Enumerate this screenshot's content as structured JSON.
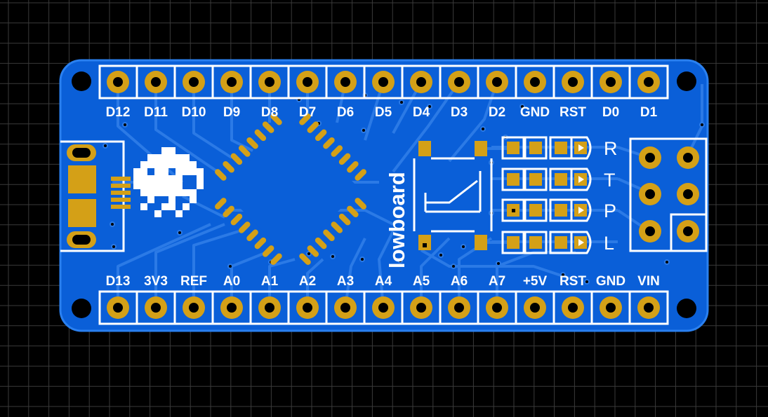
{
  "board": {
    "name": "lowboard",
    "colors": {
      "background": "#000000",
      "grid": "#3a3a3a",
      "board": "#0a5fd8",
      "trace": "#2b7ae6",
      "copper": "#d4a017",
      "silk": "#ffffff"
    }
  },
  "top_header": {
    "pins": [
      "D12",
      "D11",
      "D10",
      "D9",
      "D8",
      "D7",
      "D6",
      "D5",
      "D4",
      "D3",
      "D2",
      "GND",
      "RST",
      "D0",
      "D1"
    ]
  },
  "bottom_header": {
    "pins": [
      "D13",
      "3V3",
      "REF",
      "A0",
      "A1",
      "A2",
      "A3",
      "A4",
      "A5",
      "A6",
      "A7",
      "+5V",
      "RST",
      "GND",
      "VIN"
    ]
  },
  "leds": {
    "labels": [
      "R",
      "T",
      "P",
      "L"
    ]
  },
  "icons": [
    "space-invader-icon",
    "usb-connector",
    "icsp-header",
    "reset-switch"
  ]
}
